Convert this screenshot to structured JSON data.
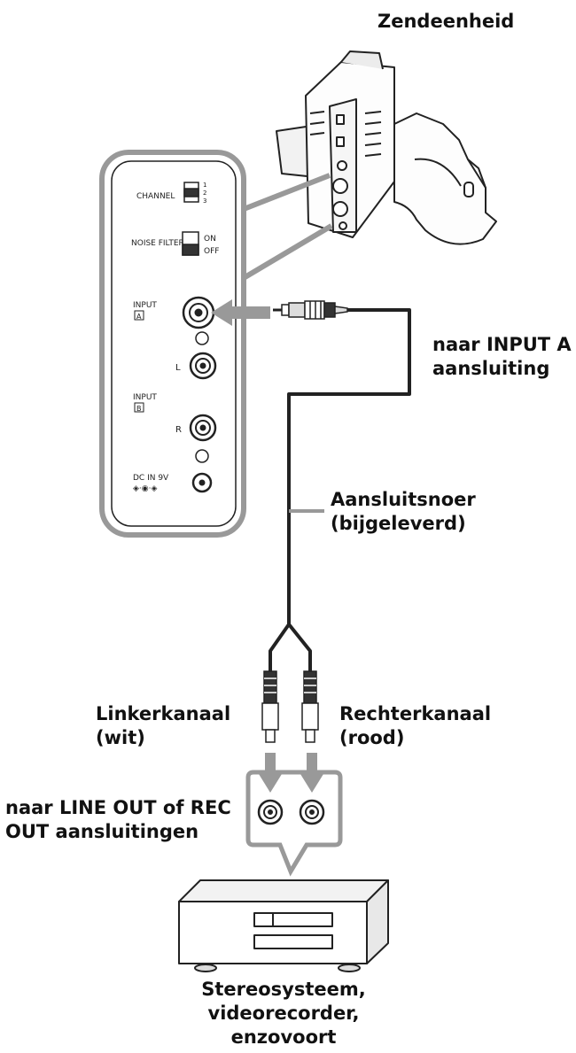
{
  "labels": {
    "transmitter": "Zendeenheid",
    "input_a_line1": "naar INPUT A",
    "input_a_line2": "aansluiting",
    "cord_line1": "Aansluitsnoer",
    "cord_line2": "(bijgeleverd)",
    "left_line1": "Linkerkanaal",
    "left_line2": "(wit)",
    "right_line1": "Rechterkanaal",
    "right_line2": "(rood)",
    "lineout_line1": "naar LINE OUT of REC",
    "lineout_line2": "OUT aansluitingen",
    "stereo_line1": "Stereosysteem,",
    "stereo_line2": "videorecorder,",
    "stereo_line3": "enzovoort"
  },
  "panel": {
    "channel": "CHANNEL",
    "channel_pos1": "1",
    "channel_pos2": "2",
    "channel_pos3": "3",
    "noise_filter": "NOISE FILTER",
    "on": "ON",
    "off": "OFF",
    "input": "INPUT",
    "input_a": "A",
    "input_b": "B",
    "l": "L",
    "r": "R",
    "dc_in": "DC IN 9V"
  }
}
